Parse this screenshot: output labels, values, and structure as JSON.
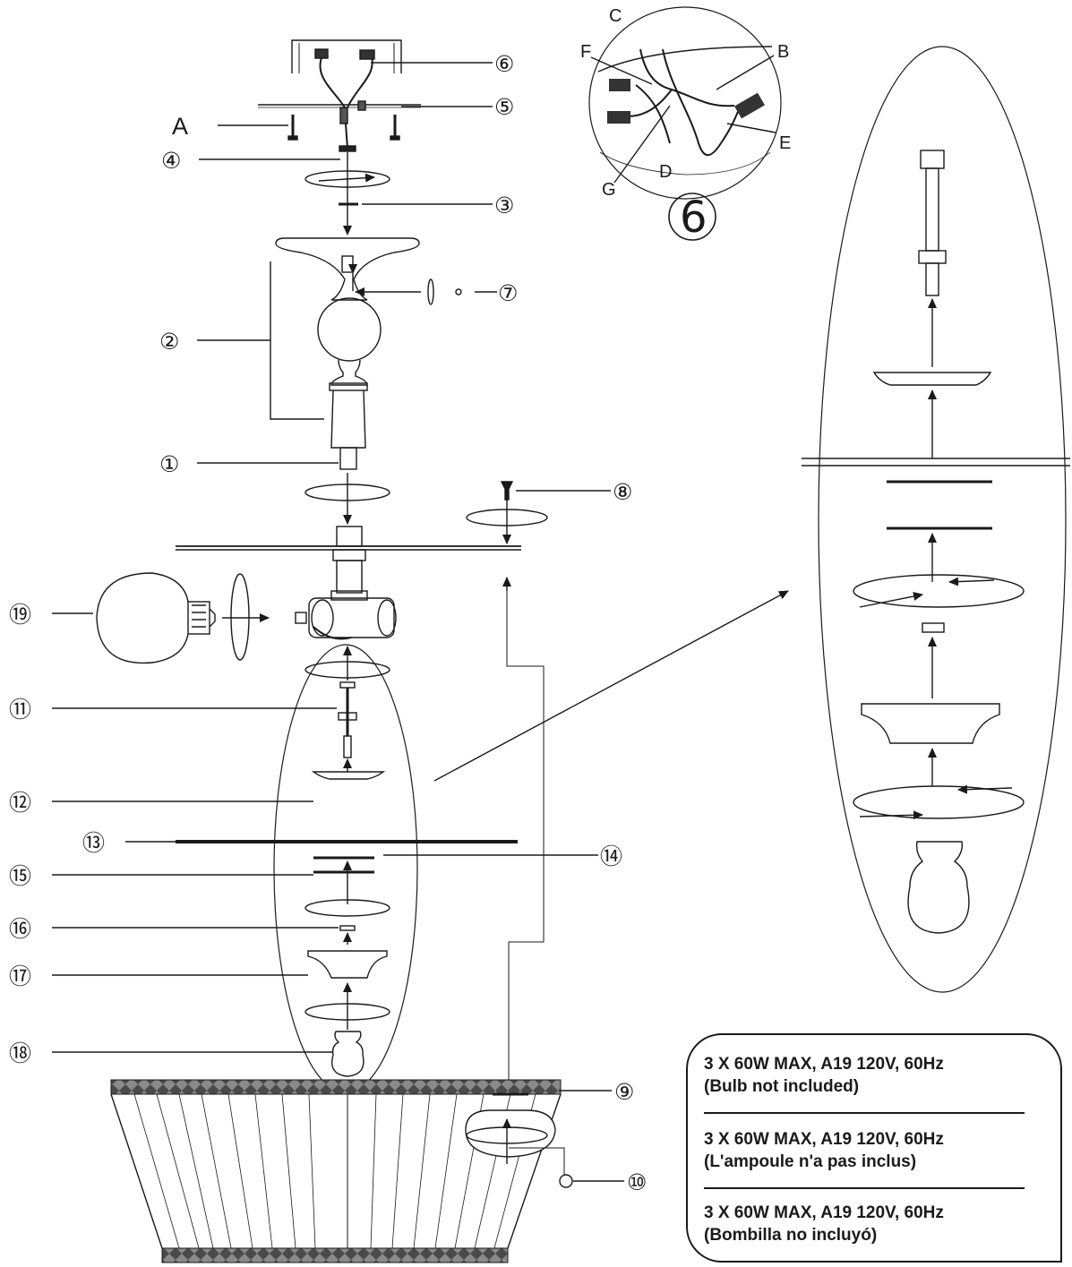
{
  "callouts": {
    "n1": "①",
    "n2": "②",
    "n3": "③",
    "n4": "④",
    "n5": "⑤",
    "n6": "⑥",
    "n7": "⑦",
    "n8": "⑧",
    "n9": "⑨",
    "n10": "⑩",
    "n11": "⑪",
    "n12": "⑫",
    "n13": "⑬",
    "n14": "⑭",
    "n15": "⑮",
    "n16": "⑯",
    "n17": "⑰",
    "n18": "⑱",
    "n19": "⑲",
    "A": "A"
  },
  "detail": {
    "number": "6",
    "wires": {
      "B": "B",
      "C": "C",
      "D": "D",
      "E": "E",
      "F": "F",
      "G": "G"
    }
  },
  "specs": [
    {
      "rating": "3 X 60W MAX, A19 120V, 60Hz",
      "note": "(Bulb not included)"
    },
    {
      "rating": "3 X 60W MAX, A19 120V, 60Hz",
      "note": "(L'ampoule n'a pas inclus)"
    },
    {
      "rating": "3 X 60W MAX, A19 120V, 60Hz",
      "note": "(Bombilla no incluyó)"
    }
  ],
  "colors": {
    "ink": "#1a1a1a",
    "shade_band": "#3a3a3a"
  }
}
